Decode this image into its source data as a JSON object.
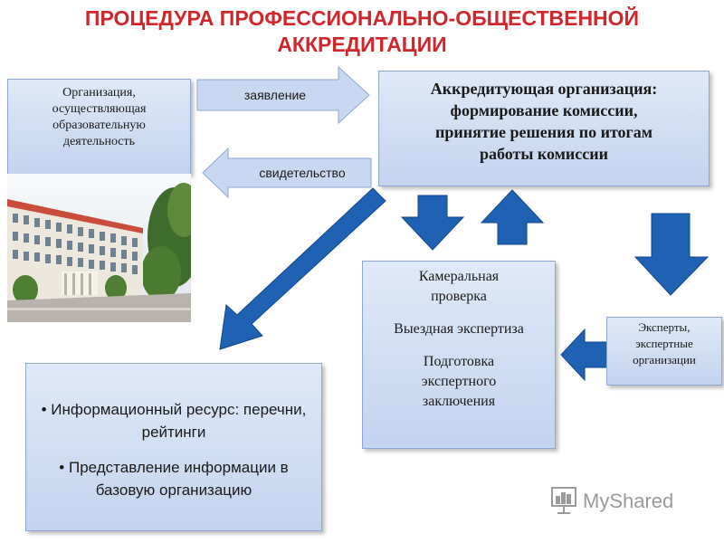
{
  "title": {
    "line1": "ПРОЦЕДУРА ПРОФЕССИОНАЛЬНО-ОБЩЕСТВЕННОЙ",
    "line2": "АККРЕДИТАЦИИ"
  },
  "organization": {
    "lines": [
      "Организация,",
      "осуществляющая",
      "образовательную",
      "деятельность"
    ]
  },
  "accrediting": {
    "lines": [
      "Аккредитующая организация:",
      "формирование комиссии,",
      "принятие решения по итогам",
      "работы комиссии"
    ]
  },
  "arrows": {
    "application": "заявление",
    "certificate": "свидетельство"
  },
  "review": {
    "cameral": [
      "Камеральная",
      "проверка"
    ],
    "onsite": "Выездная экспертиза",
    "report": [
      "Подготовка",
      "экспертного",
      "заключения"
    ]
  },
  "experts": {
    "lines": [
      "Эксперты,",
      "экспертные",
      "организации"
    ]
  },
  "info": {
    "item1": "Информационный ресурс: перечни, рейтинги",
    "item2": "Представление информации в базовую организацию"
  },
  "watermark": {
    "text": "MyShared"
  },
  "colors": {
    "title": "#d0262c",
    "box_fill": "#c3d4ef",
    "arrow_blue": "#1f62b3",
    "light_arrow": "#bcd0ee"
  }
}
